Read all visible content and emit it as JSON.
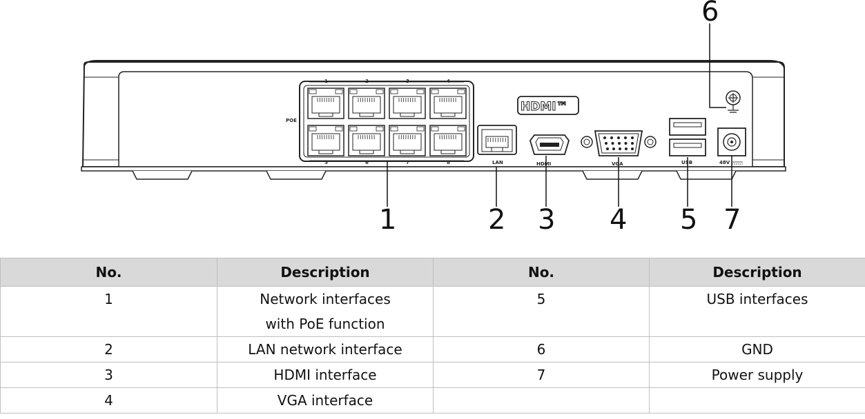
{
  "device_labels": {
    "poe": "POE",
    "port_numbers_top": [
      "1",
      "2",
      "3",
      "4"
    ],
    "port_numbers_bottom": [
      "5",
      "6",
      "7",
      "8"
    ],
    "lan": "LAN",
    "hdmi": "HDMI",
    "hdmi_logo": "HDMI™",
    "vga": "VGA",
    "usb": "USB",
    "power": "48V"
  },
  "callouts": [
    "1",
    "2",
    "3",
    "4",
    "5",
    "6",
    "7"
  ],
  "table": {
    "headers": [
      "No.",
      "Description",
      "No.",
      "Description"
    ],
    "rows": [
      [
        "1",
        "Network interfaces with PoE function",
        "5",
        "USB interfaces"
      ],
      [
        "2",
        "LAN network interface",
        "6",
        "GND"
      ],
      [
        "3",
        "HDMI interface",
        "7",
        "Power supply"
      ],
      [
        "4",
        "VGA interface",
        "",
        ""
      ]
    ]
  }
}
